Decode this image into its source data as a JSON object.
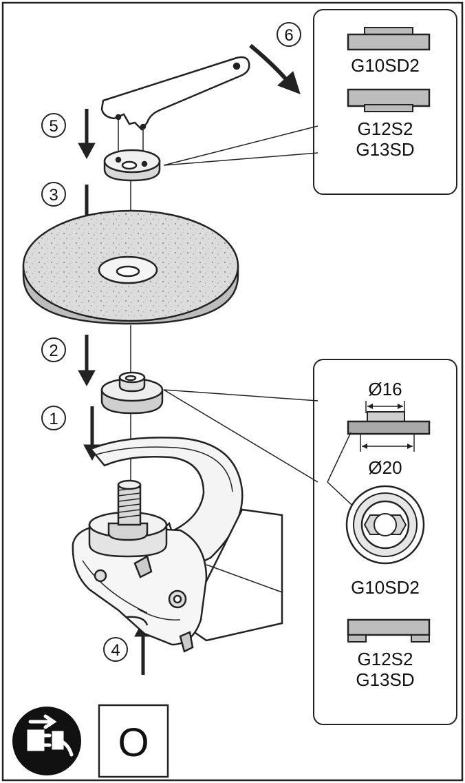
{
  "steps": {
    "s1": "1",
    "s2": "2",
    "s3": "3",
    "s4": "4",
    "s5": "5",
    "s6": "6"
  },
  "top_box": {
    "model_a": "G10SD2",
    "model_b_line1": "G12S2",
    "model_b_line2": "G13SD"
  },
  "bottom_box": {
    "dim_inner": "Ø16",
    "dim_outer": "Ø20",
    "model_a": "G10SD2",
    "model_b_line1": "G12S2",
    "model_b_line2": "G13SD"
  },
  "switch_symbol": "O",
  "icons": [
    "unplug-icon",
    "wrench",
    "grinding-wheel",
    "flange-nut",
    "inner-flange",
    "grinder-body"
  ]
}
